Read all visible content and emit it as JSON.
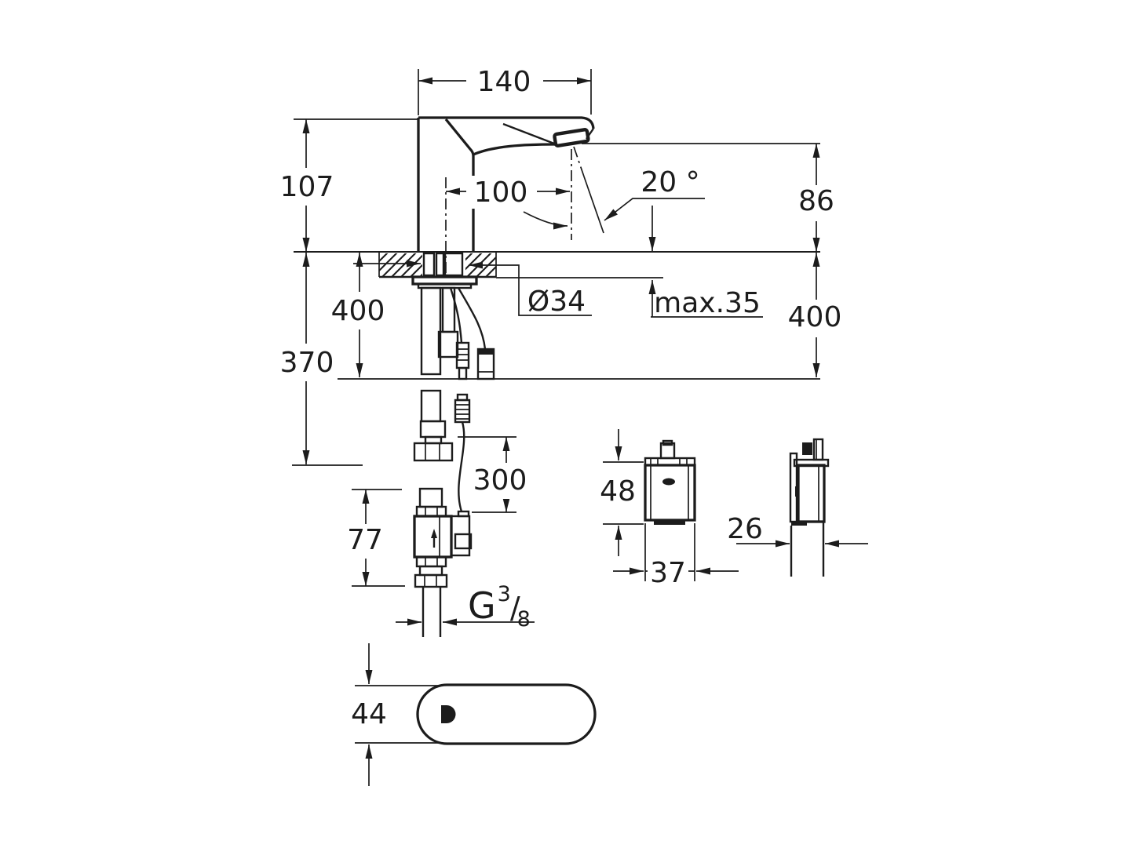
{
  "colors": {
    "line": "#1c1c1c",
    "background": "#ffffff"
  },
  "side_view": {
    "dim_width_top": "140",
    "dim_height_above_deck": "107",
    "dim_spout_reach": "100",
    "dim_spray_angle": "20 °",
    "dim_outlet_height": "86",
    "dim_below_deck_left": "400",
    "dim_below_deck_left_2": "370",
    "dim_hole_diameter": "Ø34",
    "dim_deck_thickness": "max.35",
    "dim_below_deck_right": "400"
  },
  "valve_view": {
    "dim_cable_length": "300",
    "dim_valve_height": "77",
    "thread_label": {
      "g": "G",
      "numerator": "3",
      "slash": "/",
      "denominator": "8"
    }
  },
  "power_supply_view": {
    "dim_height": "48",
    "dim_width": "37",
    "dim_depth": "26"
  },
  "top_view": {
    "dim_base_width": "44"
  }
}
